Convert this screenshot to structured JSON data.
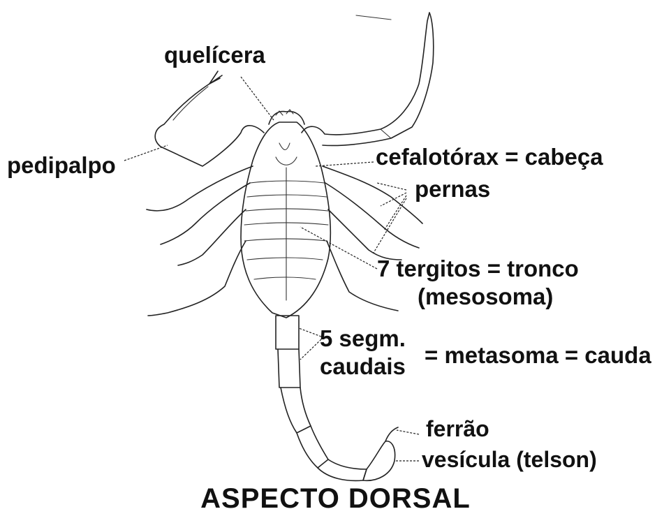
{
  "labels": {
    "quelicera": "quelícera",
    "pedipalpo": "pedipalpo",
    "cefalotorax": "cefalotórax = cabeça",
    "pernas": "pernas",
    "tergitos": "7 tergitos = tronco",
    "mesosoma": "(mesosoma)",
    "segm_line1": "5 segm.",
    "segm_line2": "caudais",
    "metasoma": "= metasoma = cauda",
    "ferrao": "ferrão",
    "vesicula": "vesícula (telson)"
  },
  "title": "ASPECTO DORSAL"
}
